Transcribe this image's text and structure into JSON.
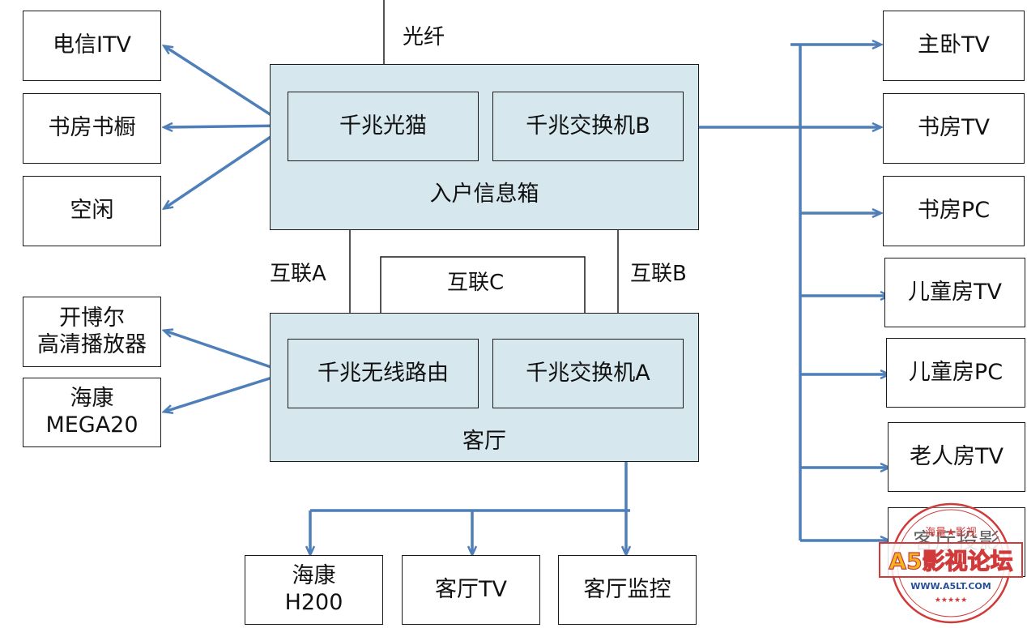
{
  "diagram": {
    "top_label": "光纤",
    "info_box": {
      "label": "入户信息箱",
      "modem": "千兆光猫",
      "switch_b": "千兆交换机B"
    },
    "living_room": {
      "label": "客厅",
      "router": "千兆无线路由",
      "switch_a": "千兆交换机A"
    },
    "links": {
      "a": "互联A",
      "b": "互联B",
      "c": "互联C"
    },
    "modem_clients": [
      "电信ITV",
      "书房书橱",
      "空闲"
    ],
    "router_clients": [
      "开博尔\n高清播放器",
      "海康\nMEGA20"
    ],
    "switch_a_clients": [
      "海康\nH200",
      "客厅TV",
      "客厅监控"
    ],
    "switch_b_clients": [
      "主卧TV",
      "书房TV",
      "书房PC",
      "儿童房TV",
      "儿童房PC",
      "老人房TV",
      "客厅投影"
    ],
    "colors": {
      "arrow": "#4f7fb8",
      "box_fill": "#d6e8ee",
      "line": "#1a1a1a"
    }
  },
  "watermark": {
    "top_text": "海量★影视",
    "main_text": "A5影视论坛",
    "url": "WWW.A5LT.COM",
    "stars": "★★★★★"
  }
}
